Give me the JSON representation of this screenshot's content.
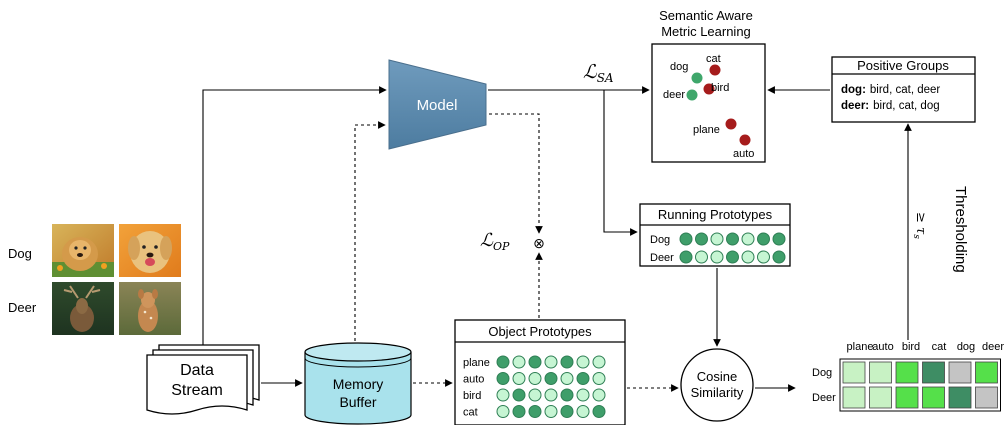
{
  "images": {
    "dog_label": "Dog",
    "deer_label": "Deer"
  },
  "data_stream": {
    "line1": "Data",
    "line2": "Stream"
  },
  "memory_buffer": {
    "line1": "Memory",
    "line2": "Buffer"
  },
  "model": {
    "label": "Model"
  },
  "losses": {
    "sa_main": "ℒ",
    "sa_sub": "SA",
    "op_main": "ℒ",
    "op_sub": "OP",
    "op_symbol": "⊗"
  },
  "sa_panel": {
    "title_line1": "Semantic Aware",
    "title_line2": "Metric Learning",
    "points": [
      {
        "label": "cat",
        "color": "#a61c1c"
      },
      {
        "label": "dog",
        "color": "#3fa76b"
      },
      {
        "label": "bird",
        "color": "#a61c1c"
      },
      {
        "label": "deer",
        "color": "#3fa76b"
      },
      {
        "label": "plane",
        "color": "#a61c1c"
      },
      {
        "label": "auto",
        "color": "#a61c1c"
      }
    ]
  },
  "positive_groups": {
    "title": "Positive Groups",
    "rows": [
      {
        "key": "dog:",
        "value": "bird, cat, deer"
      },
      {
        "key": "deer:",
        "value": "bird, cat, dog"
      }
    ]
  },
  "running_prototypes": {
    "title": "Running Prototypes",
    "rows": [
      {
        "label": "Dog",
        "cells": [
          1,
          1,
          0,
          1,
          0,
          1,
          1
        ]
      },
      {
        "label": "Deer",
        "cells": [
          1,
          0,
          0,
          1,
          0,
          0,
          1
        ]
      }
    ]
  },
  "object_prototypes": {
    "title": "Object Prototypes",
    "rows": [
      {
        "label": "plane",
        "cells": [
          1,
          0,
          1,
          0,
          1,
          0,
          0
        ]
      },
      {
        "label": "auto",
        "cells": [
          1,
          0,
          0,
          1,
          0,
          1,
          0
        ]
      },
      {
        "label": "bird",
        "cells": [
          0,
          1,
          0,
          0,
          1,
          0,
          0
        ]
      },
      {
        "label": "cat",
        "cells": [
          0,
          1,
          1,
          0,
          1,
          0,
          1
        ]
      }
    ]
  },
  "cosine": {
    "line1": "Cosine",
    "line2": "Similarity"
  },
  "thresholding": {
    "label": "Thresholding",
    "symbol": "≥ τ",
    "sub": "s"
  },
  "similarity_matrix": {
    "columns": [
      "plane",
      "auto",
      "bird",
      "cat",
      "dog",
      "deer"
    ],
    "rows": [
      {
        "label": "Dog",
        "colors": [
          "#c8f2c4",
          "#c8f2c4",
          "#55e04a",
          "#3e8d64",
          "#c4c4c4",
          "#55e04a"
        ]
      },
      {
        "label": "Deer",
        "colors": [
          "#c8f2c4",
          "#c8f2c4",
          "#55e04a",
          "#55e04a",
          "#3e8d64",
          "#c4c4c4"
        ]
      }
    ]
  },
  "colors": {
    "proto_dark": "#3f9e6a",
    "proto_light": "#c6f5d3",
    "model_fill": "#5c89ad",
    "buffer_fill": "#a9e2ec"
  }
}
